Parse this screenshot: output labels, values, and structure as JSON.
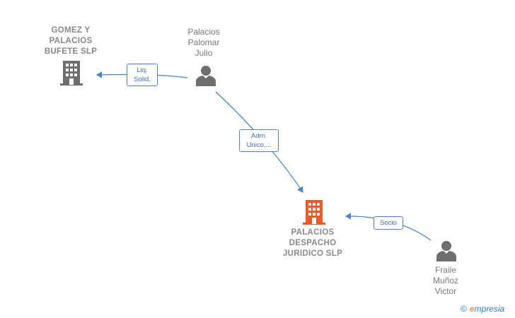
{
  "nodes": {
    "gomez": {
      "label": "GOMEZ Y\nPALACIOS\nBUFETE  SLP",
      "type": "company"
    },
    "palacios_julio": {
      "label": "Palacios\nPalomar\nJulio",
      "type": "person"
    },
    "center": {
      "label": "PALACIOS\nDESPACHO\nJURIDICO  SLP",
      "type": "company-main"
    },
    "fraile": {
      "label": "Fraile\nMuñoz\nVictor",
      "type": "person"
    }
  },
  "edges": {
    "liq": {
      "label": "Liq.\nSolid."
    },
    "adm": {
      "label": "Adm.\nUnico,..."
    },
    "socio": {
      "label": "Socio"
    }
  },
  "colors": {
    "edge": "#4a86c8",
    "company": "#6e6e6e",
    "main_company": "#f05a28",
    "person": "#6e6e6e"
  },
  "brand": {
    "copyright": "©",
    "initial": "e",
    "rest": "mpresia"
  }
}
